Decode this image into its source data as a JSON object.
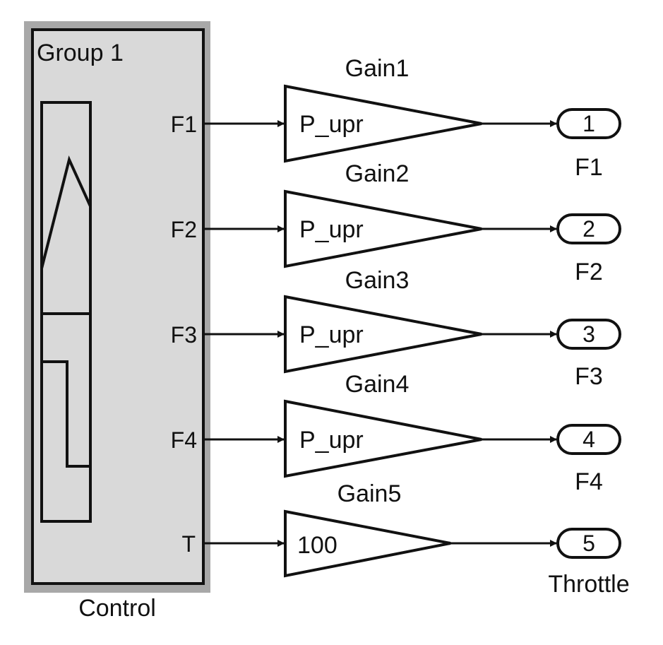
{
  "subsystem": {
    "title": "Group 1",
    "name": "Control",
    "icon": "signal-builder-icon",
    "fill_color": "#d9d9d9",
    "shadow_color": "#a8a8a8",
    "output_ports": [
      "F1",
      "F2",
      "F3",
      "F4",
      "T"
    ]
  },
  "gains": [
    {
      "name": "Gain1",
      "value": "P_upr"
    },
    {
      "name": "Gain2",
      "value": "P_upr"
    },
    {
      "name": "Gain3",
      "value": "P_upr"
    },
    {
      "name": "Gain4",
      "value": "P_upr"
    },
    {
      "name": "Gain5",
      "value": "100"
    }
  ],
  "outports": [
    {
      "number": "1",
      "label": "F1"
    },
    {
      "number": "2",
      "label": "F2"
    },
    {
      "number": "3",
      "label": "F3"
    },
    {
      "number": "4",
      "label": "F4"
    },
    {
      "number": "5",
      "label": "Throttle"
    }
  ]
}
